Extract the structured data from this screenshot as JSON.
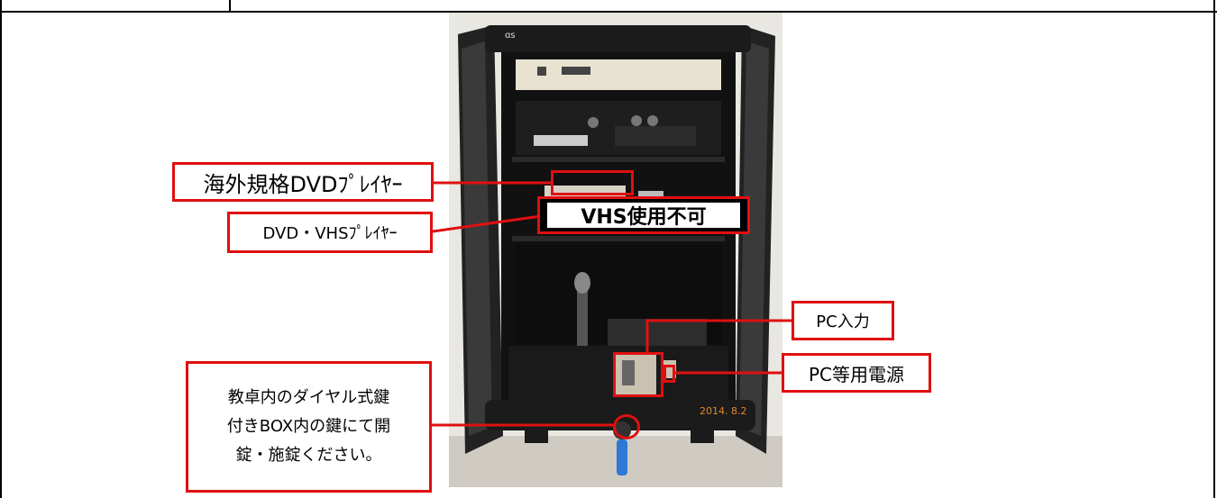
{
  "labels": {
    "foreign_dvd": "海外規格DVDﾌﾟﾚｲﾔｰ",
    "dvd_vhs": "DVD・VHSﾌﾟﾚｲﾔｰ",
    "vhs_unavailable": "VHS使用不可",
    "pc_input": "PC入力",
    "pc_power": "PC等用電源",
    "key_instructions": [
      "教卓内のダイヤル式鍵",
      "付きBOX内の鍵にて開",
      "錠・施錠ください。"
    ]
  },
  "photo": {
    "brand_mark": "ɑs",
    "date_stamp": "2014. 8.2"
  },
  "colors": {
    "callout": "#e01010"
  }
}
